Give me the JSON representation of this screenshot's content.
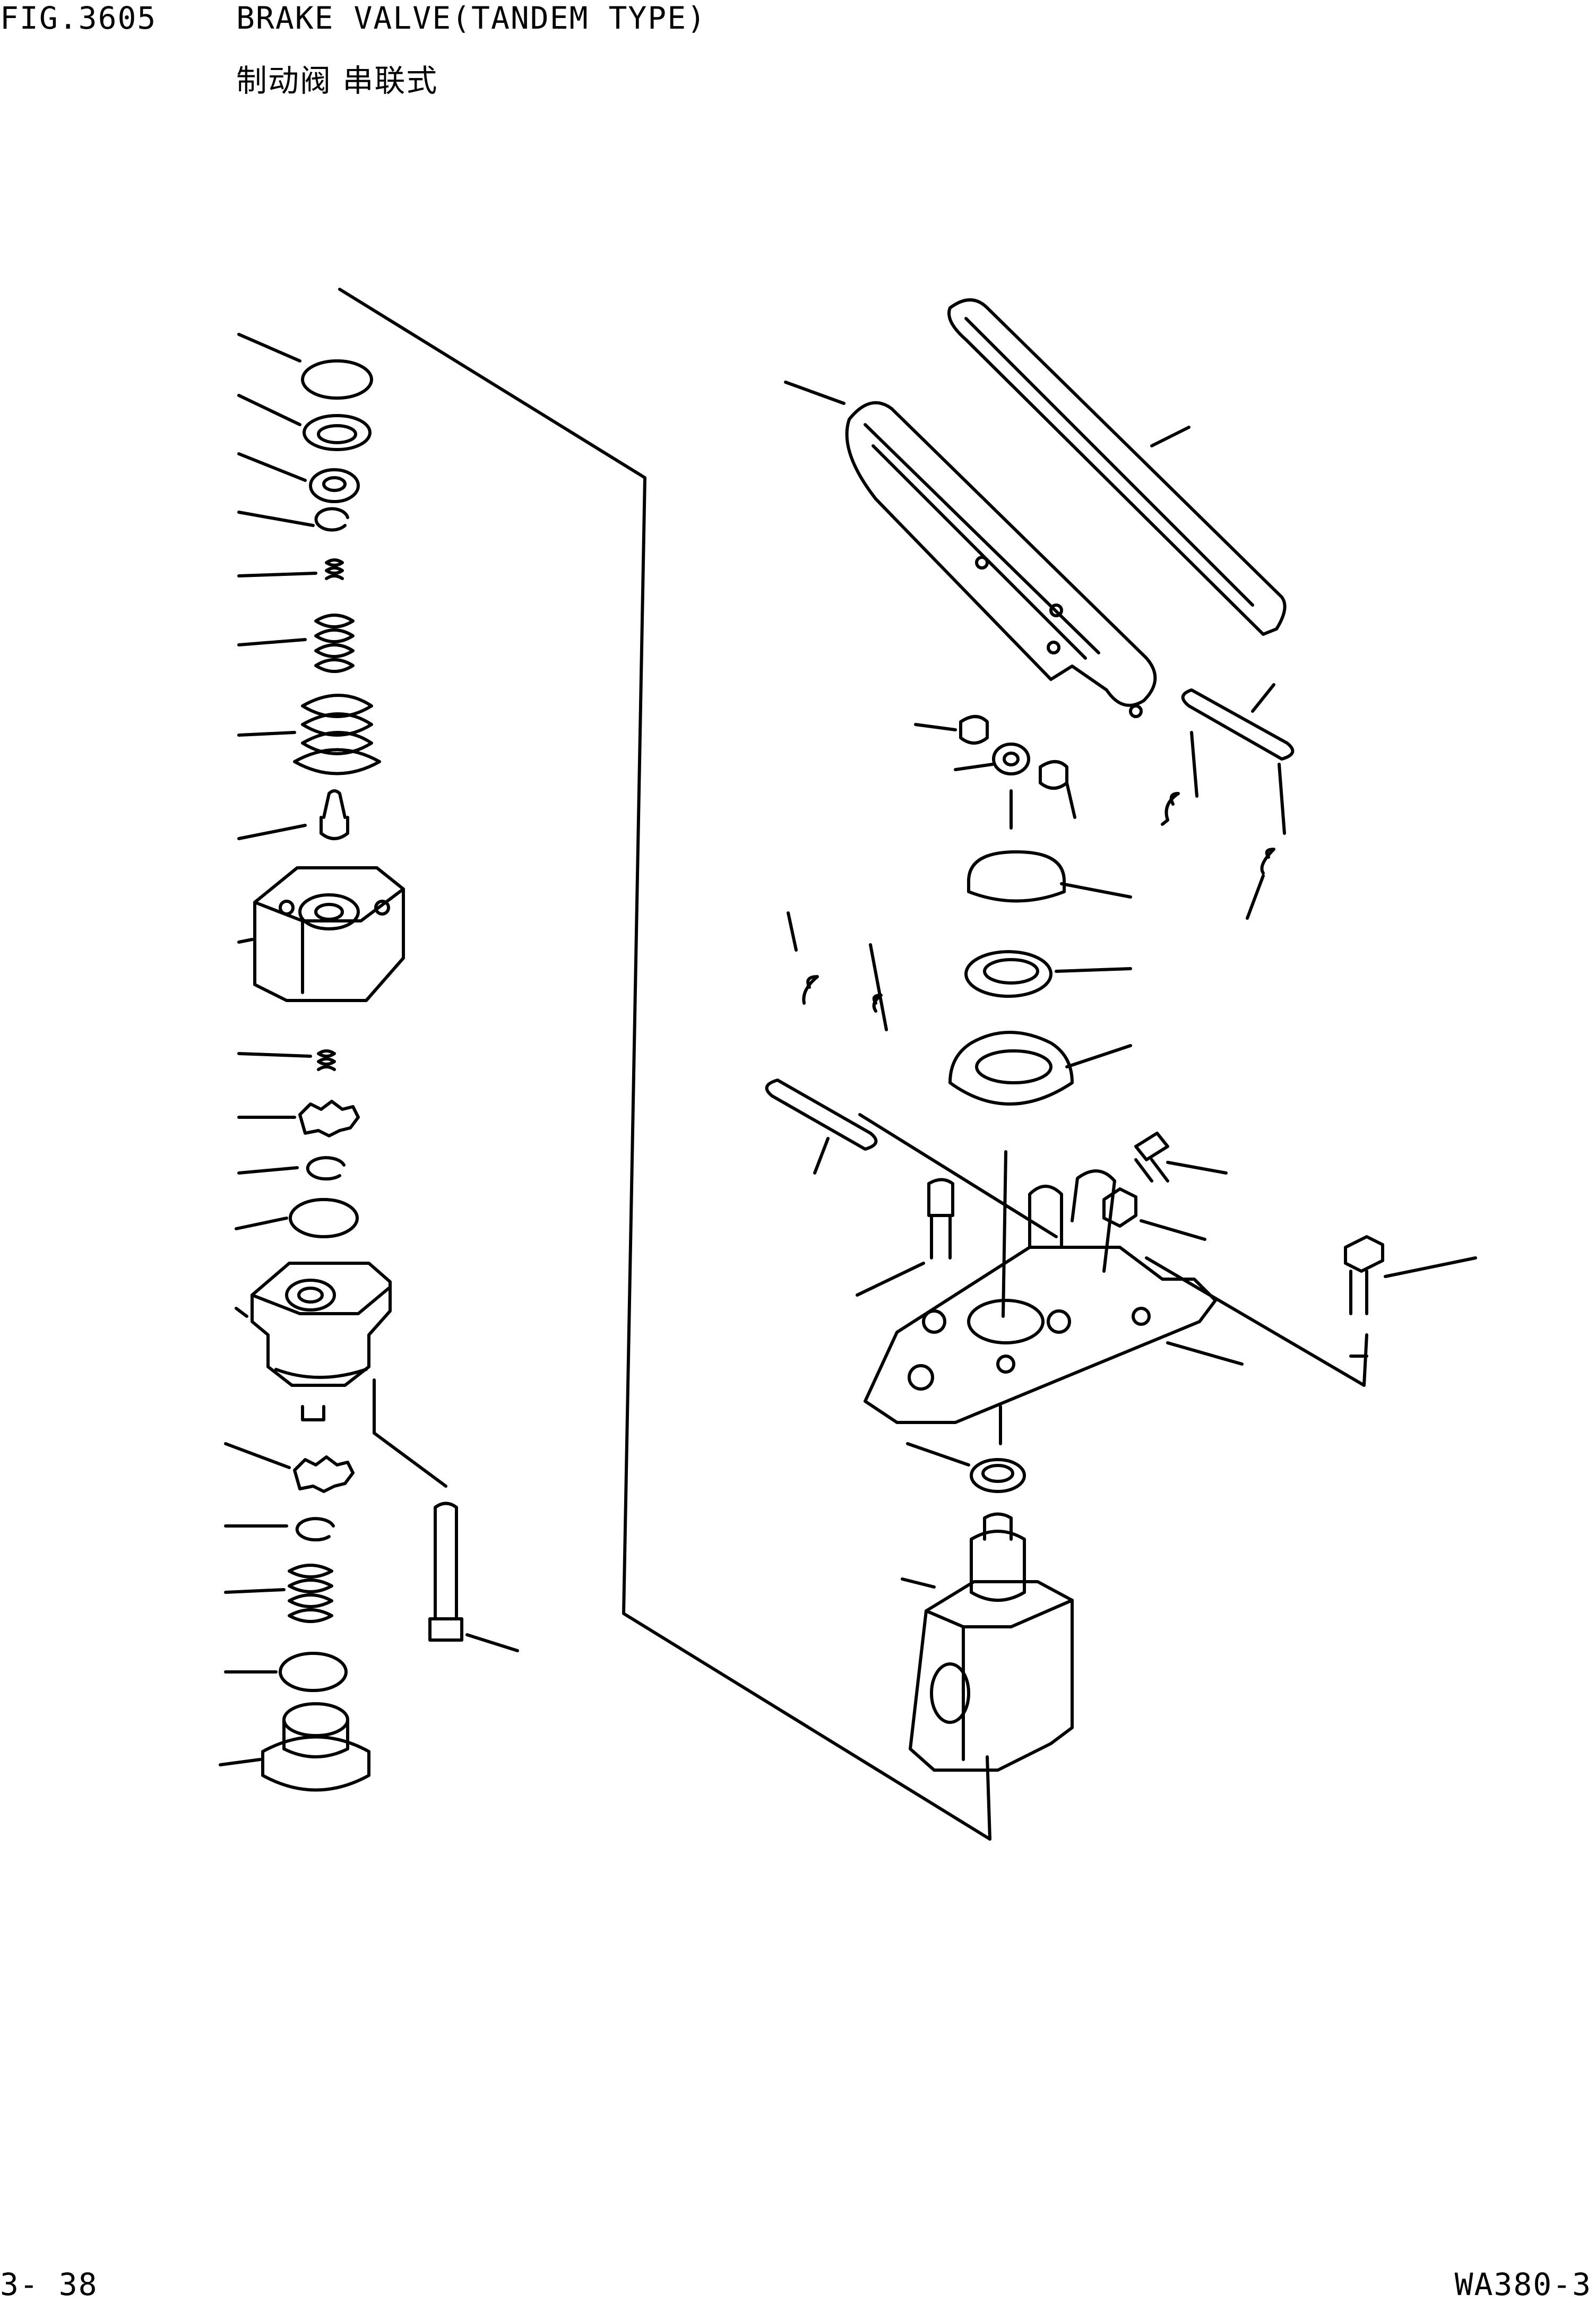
{
  "header": {
    "figure_number": "FIG.3605",
    "title": "BRAKE VALVE(TANDEM TYPE)",
    "subtitle": "制动阀 串联式"
  },
  "footer": {
    "page_number": "3- 38",
    "model": "WA380-3"
  }
}
